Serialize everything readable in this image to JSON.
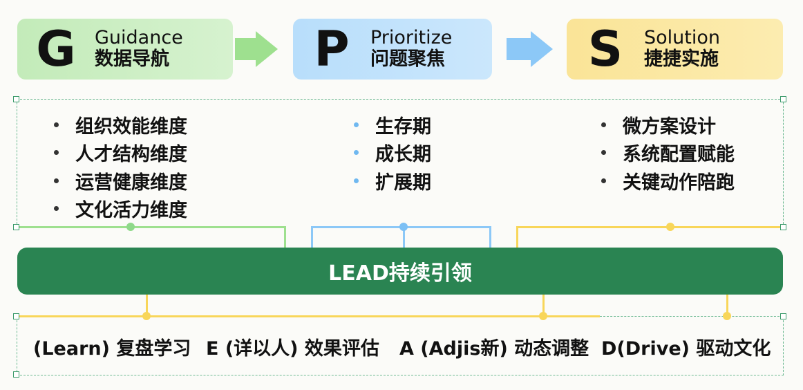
{
  "stages": [
    {
      "letter": "G",
      "en": "Guidance",
      "zh": "数据导航",
      "color": "#c9edc0",
      "items": [
        "组织效能维度",
        "人才结构维度",
        "运营健康维度",
        "文化活力维度"
      ]
    },
    {
      "letter": "P",
      "en": "Prioritize",
      "zh": "问题聚焦",
      "color": "#bfe1fb",
      "items": [
        "生存期",
        "成长期",
        "扩展期"
      ]
    },
    {
      "letter": "S",
      "en": "Solution",
      "zh": "捷捷实施",
      "color": "#fbe89e",
      "items": [
        "微方案设计",
        "系统配置赋能",
        "关键动作陪跑"
      ]
    }
  ],
  "colors": {
    "green": "#8fd98a",
    "blue": "#7cc0f5",
    "yellow": "#f8d65a",
    "bar": "#2a8452"
  },
  "lead": {
    "title": "LEAD持续引领"
  },
  "bottom": [
    "(Learn) 复盘学习",
    "E (详以人) 效果评估",
    "A (Adjis新) 动态调整",
    "D(Drive) 驱动文化"
  ]
}
